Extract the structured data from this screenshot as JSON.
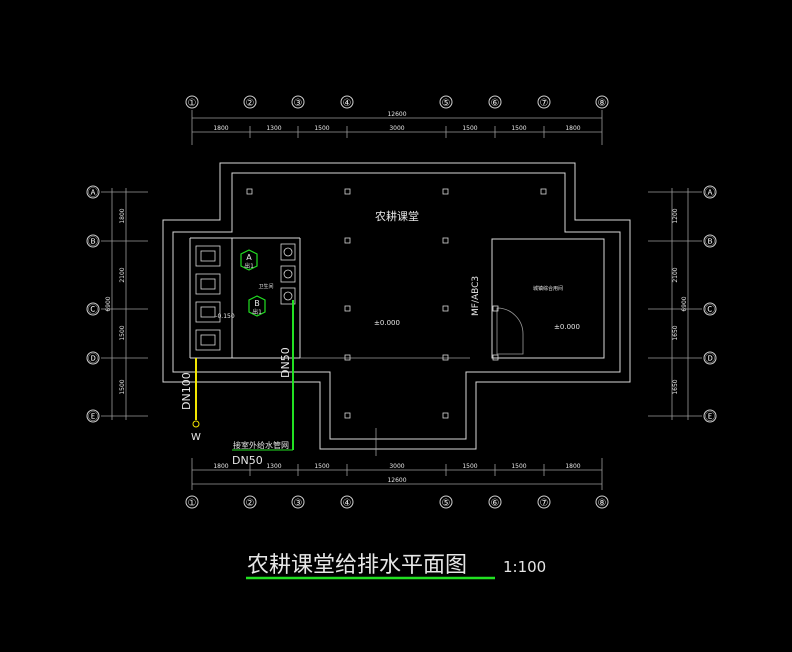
{
  "drawing": {
    "title": "农耕课堂给排水平面图",
    "scale": "1:100",
    "room_name": "农耕课堂",
    "side_room": "城镇综合用间",
    "restroom": "卫生间",
    "elevation_main": "±0.000",
    "elevation_side": "±0.000",
    "elevation_restroom": "-0.150",
    "pipe_dn100": "DN100",
    "pipe_dn50_vertical": "DN50",
    "pipe_dn50_bottom": "DN50",
    "w_marker": "W",
    "outdoor_note": "接室外给水管网",
    "equipment_label": "MF/ABC3",
    "marker_a_letter": "A",
    "marker_a_sub": "出1",
    "marker_b_letter": "B",
    "marker_b_sub": "出1"
  },
  "axes": {
    "columns": [
      "①",
      "②",
      "③",
      "④",
      "⑤",
      "⑥",
      "⑦",
      "⑧"
    ],
    "rows": [
      "Ⓐ",
      "Ⓑ",
      "Ⓒ",
      "Ⓓ",
      "Ⓔ"
    ]
  },
  "dims": {
    "top_total": "12600",
    "top_segments": [
      "1800",
      "1300",
      "1500",
      "3000",
      "1500",
      "1500",
      "1800"
    ],
    "bottom_total": "12600",
    "bottom_segments": [
      "1800",
      "1300",
      "1500",
      "3000",
      "1500",
      "1500",
      "1800"
    ],
    "left_total": "6900",
    "left_segments": [
      "1800",
      "2100",
      "1500",
      "1500"
    ],
    "right_total": "6900",
    "right_segments": [
      "1200",
      "2100",
      "1650",
      "1650"
    ]
  },
  "colors": {
    "background": "#000000",
    "lines": "#d9d9d9",
    "drain_pipe": "#f2e600",
    "supply_pipe": "#22e022",
    "title_underline": "#22e022"
  }
}
